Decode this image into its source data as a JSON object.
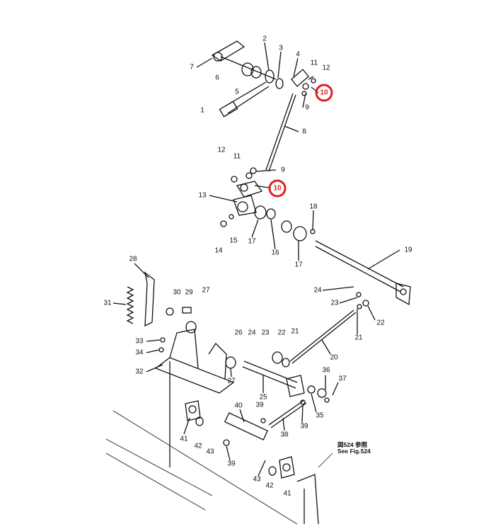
{
  "diagram": {
    "labels": [
      "2",
      "3",
      "4",
      "7",
      "6",
      "5",
      "1",
      "11",
      "12",
      "10",
      "9",
      "8",
      "12",
      "11",
      "9",
      "10",
      "13",
      "18",
      "19",
      "14",
      "15",
      "17",
      "16",
      "17",
      "28",
      "30",
      "29",
      "27",
      "31",
      "24",
      "23",
      "22",
      "21",
      "20",
      "26",
      "24",
      "23",
      "22",
      "21",
      "33",
      "34",
      "32",
      "27",
      "25",
      "36",
      "37",
      "35",
      "39",
      "38",
      "39",
      "40",
      "41",
      "42",
      "43",
      "39",
      "43",
      "42",
      "41"
    ],
    "highlighted_labels": [
      "10",
      "10"
    ],
    "highlight_color": "#e02020",
    "note_jp": "図524 参照",
    "note_en": "See Fig.524"
  }
}
